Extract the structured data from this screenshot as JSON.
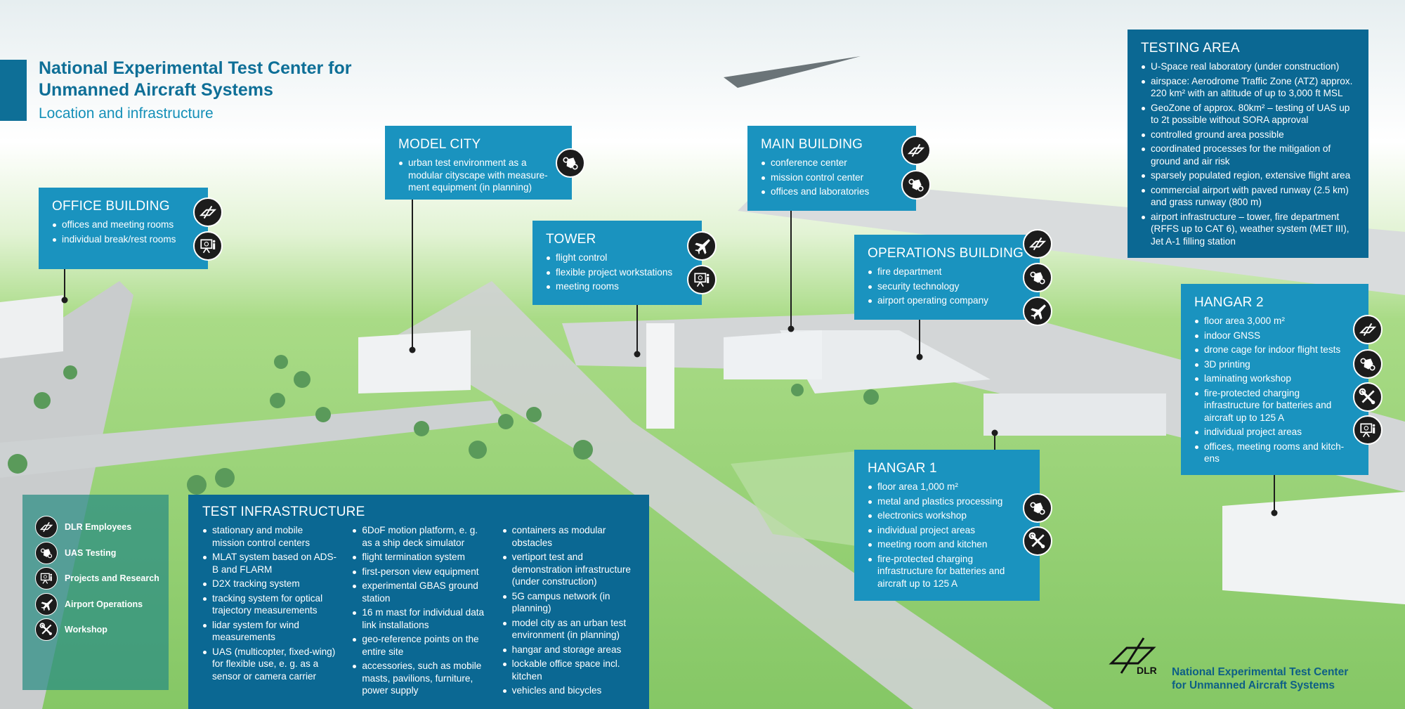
{
  "header": {
    "title": "National Experimental Test Center for Unmanned Aircraft Systems",
    "subtitle": "Location and infrastructure"
  },
  "boxes": {
    "office": {
      "title": "OFFICE BUILDING",
      "items": [
        "offices and meeting rooms",
        "individual break/rest rooms"
      ],
      "icons": [
        "dlr",
        "projects"
      ]
    },
    "model_city": {
      "title": "MODEL CITY",
      "items": [
        "urban test environment as a modular cityscape with measure-ment equipment (in planning)"
      ],
      "icons": [
        "uas"
      ]
    },
    "tower": {
      "title": "TOWER",
      "items": [
        "flight control",
        "flexible project workstations",
        "meeting rooms"
      ],
      "icons": [
        "airport",
        "projects"
      ]
    },
    "main": {
      "title": "MAIN BUILDING",
      "items": [
        "conference center",
        "mission control center",
        "offices and laboratories"
      ],
      "icons": [
        "dlr",
        "uas"
      ]
    },
    "operations": {
      "title": "OPERATIONS BUILDING",
      "items": [
        "fire department",
        "security technology",
        "airport operating company"
      ],
      "icons": [
        "dlr",
        "uas",
        "airport"
      ]
    },
    "testing": {
      "title": "TESTING AREA",
      "items": [
        "U-Space real laboratory (under construction)",
        "airspace: Aerodrome Traffic Zone (ATZ) approx. 220 km² with an altitude of up to 3,000 ft MSL",
        "GeoZone of approx. 80km² – testing of UAS up to 2t possible without SORA approval",
        "controlled ground area possible",
        "coordinated processes for the mitigation of ground and air risk",
        "sparsely populated region, extensive flight area",
        "commercial airport with paved runway (2.5 km) and grass runway (800 m)",
        "airport infrastructure – tower, fire department (RFFS up to CAT 6), weather system (MET III), Jet A-1 filling station"
      ],
      "icons": []
    },
    "hangar2": {
      "title": "HANGAR 2",
      "items": [
        "floor area 3,000 m²",
        "indoor GNSS",
        "drone cage for indoor flight tests",
        "3D printing",
        "laminating workshop",
        "fire-protected charging infrastructure for batteries and aircraft up to 125 A",
        "individual project areas",
        "offices, meeting rooms and kitch-ens"
      ],
      "icons": [
        "dlr",
        "uas",
        "workshop",
        "projects"
      ]
    },
    "hangar1": {
      "title": "HANGAR 1",
      "items": [
        "floor area 1,000 m²",
        "metal and plastics processing",
        "electronics workshop",
        "individual project areas",
        "meeting room and kitchen",
        "fire-protected charging infrastructure for batteries and aircraft up to 125 A"
      ],
      "icons": [
        "uas",
        "workshop"
      ]
    }
  },
  "test_infrastructure": {
    "title": "TEST INFRASTRUCTURE",
    "columns": [
      [
        "stationary and mobile mission control centers",
        "MLAT system based on ADS-B and FLARM",
        "D2X tracking system",
        "tracking system for optical trajectory measurements",
        "lidar system for wind measurements",
        "UAS (multicopter, fixed-wing) for flexible use, e. g. as a sensor or camera carrier"
      ],
      [
        "6DoF motion platform, e. g. as a ship deck simulator",
        "flight termination system",
        "first-person view equipment",
        "experimental GBAS ground station",
        "16 m mast for individual data link installations",
        "geo-reference points on the entire site",
        "accessories, such as mobile masts, pavilions, furniture, power supply"
      ],
      [
        "containers as modular obstacles",
        "vertiport test and demonstration infrastructure (under construction)",
        "5G campus network (in planning)",
        "model city as an urban test environment (in planning)",
        "hangar and storage areas",
        "lockable office space incl. kitchen",
        "vehicles and bicycles"
      ]
    ]
  },
  "legend": [
    {
      "icon": "dlr",
      "label": "DLR Employees"
    },
    {
      "icon": "uas",
      "label": "UAS Testing"
    },
    {
      "icon": "projects",
      "label": "Projects and Research"
    },
    {
      "icon": "airport",
      "label": "Airport Operations"
    },
    {
      "icon": "workshop",
      "label": "Workshop"
    }
  ],
  "footer": {
    "logo_text": "DLR",
    "line1": "National Experimental Test Center",
    "line2": "for Unmanned Aircraft Systems"
  },
  "colors": {
    "box": "#1a93bf",
    "box_dark": "#0b6893",
    "title": "#0e6f97",
    "grass": "#8fcf6f"
  }
}
